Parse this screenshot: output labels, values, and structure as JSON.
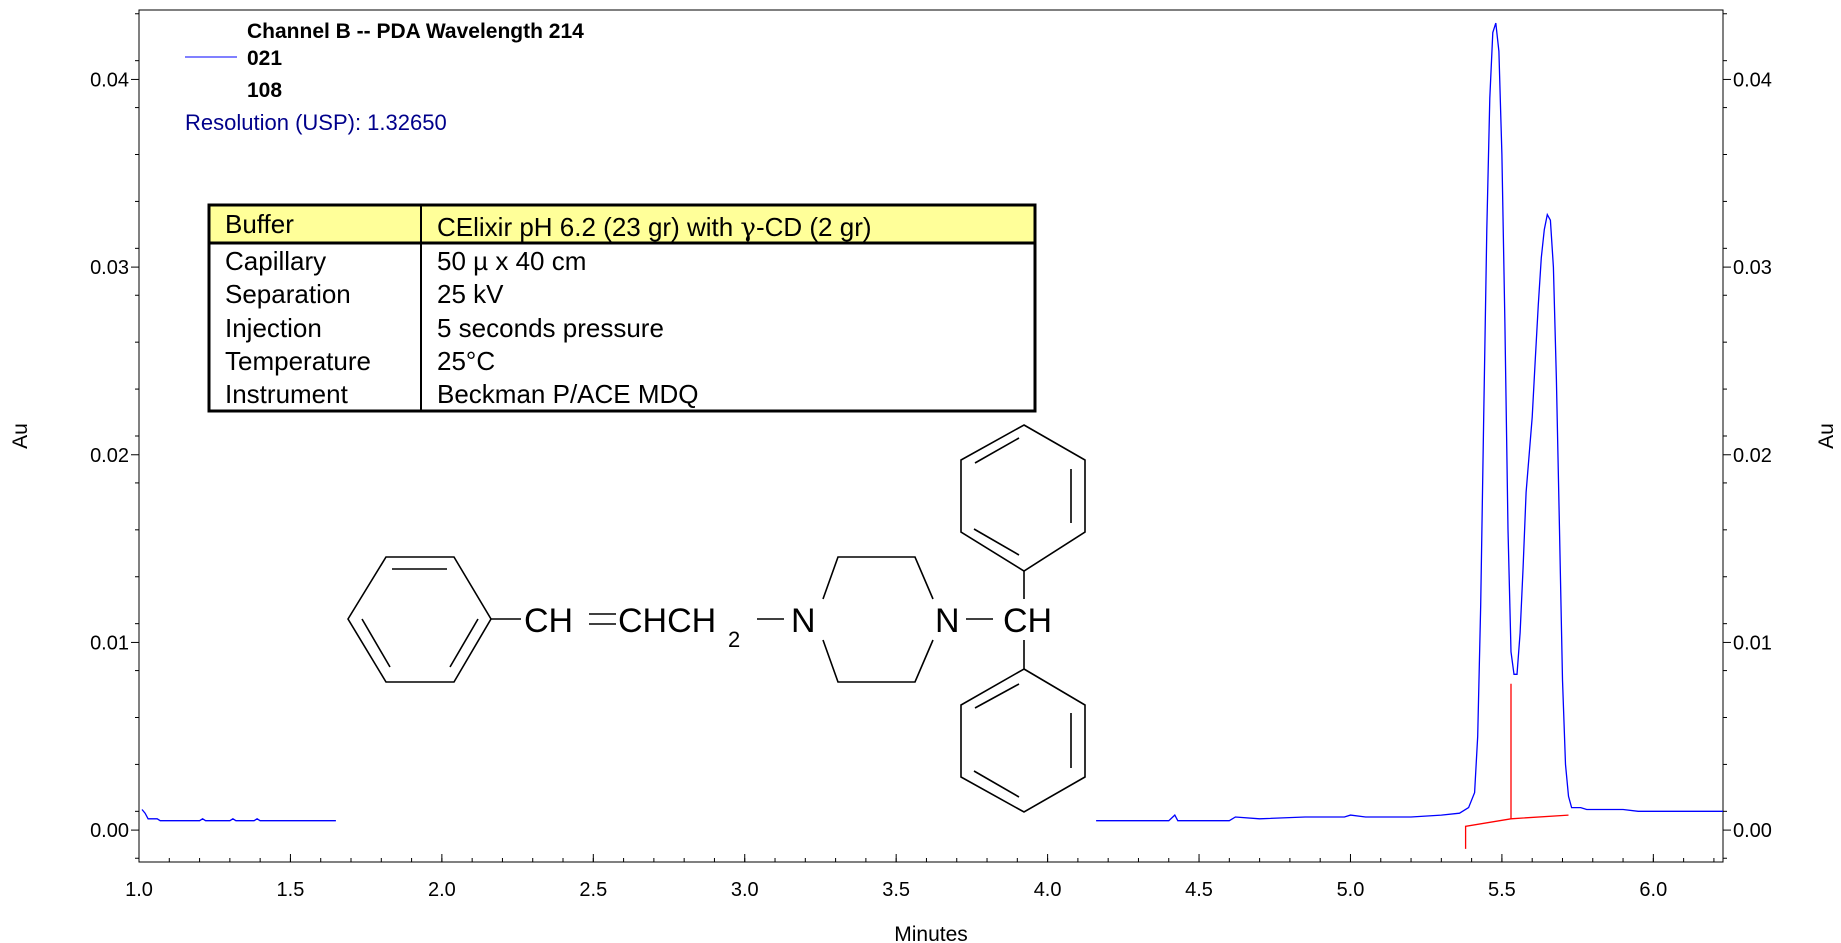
{
  "chart_data": {
    "type": "line",
    "xlabel": "Minutes",
    "ylabel": "Au",
    "ylabel_right": "Au",
    "xlim": [
      1.0,
      6.23
    ],
    "ylim": [
      -0.0017,
      0.0437
    ],
    "xticks": [
      1.0,
      1.5,
      2.0,
      2.5,
      3.0,
      3.5,
      4.0,
      4.5,
      5.0,
      5.5,
      6.0
    ],
    "xtick_labels": [
      "1.0",
      "1.5",
      "2.0",
      "2.5",
      "3.0",
      "3.5",
      "4.0",
      "4.5",
      "5.0",
      "5.5",
      "6.0"
    ],
    "yticks": [
      0.0,
      0.01,
      0.02,
      0.03,
      0.04
    ],
    "ytick_labels": [
      "0.00",
      "0.01",
      "0.02",
      "0.03",
      "0.04"
    ],
    "legend": {
      "title": "Channel B -- PDA Wavelength 214",
      "entries": [
        "021",
        "108"
      ],
      "resolution_text": "Resolution (USP): 1.32650"
    },
    "series": [
      {
        "name": "021",
        "color": "#0000ff",
        "segments": [
          [
            [
              1.01,
              0.0011
            ],
            [
              1.02,
              0.0009
            ],
            [
              1.03,
              0.0006
            ],
            [
              1.06,
              0.0006
            ],
            [
              1.07,
              0.0005
            ],
            [
              1.2,
              0.0005
            ],
            [
              1.21,
              0.0006
            ],
            [
              1.22,
              0.0005
            ],
            [
              1.3,
              0.0005
            ],
            [
              1.31,
              0.0006
            ],
            [
              1.32,
              0.0005
            ],
            [
              1.38,
              0.0005
            ],
            [
              1.39,
              0.0006
            ],
            [
              1.4,
              0.0005
            ],
            [
              1.65,
              0.0005
            ]
          ],
          [
            [
              4.16,
              0.0005
            ],
            [
              4.4,
              0.0005
            ],
            [
              4.42,
              0.0008
            ],
            [
              4.43,
              0.0005
            ],
            [
              4.6,
              0.0005
            ],
            [
              4.62,
              0.0007
            ],
            [
              4.7,
              0.0006
            ],
            [
              4.85,
              0.0007
            ],
            [
              4.98,
              0.0007
            ],
            [
              5.0,
              0.0008
            ],
            [
              5.05,
              0.0007
            ],
            [
              5.2,
              0.0007
            ],
            [
              5.3,
              0.0008
            ],
            [
              5.36,
              0.0009
            ],
            [
              5.39,
              0.0012
            ],
            [
              5.41,
              0.002
            ],
            [
              5.42,
              0.005
            ],
            [
              5.43,
              0.012
            ],
            [
              5.44,
              0.022
            ],
            [
              5.45,
              0.032
            ],
            [
              5.46,
              0.039
            ],
            [
              5.47,
              0.0425
            ],
            [
              5.48,
              0.043
            ],
            [
              5.49,
              0.0415
            ],
            [
              5.5,
              0.036
            ],
            [
              5.51,
              0.027
            ],
            [
              5.52,
              0.016
            ],
            [
              5.53,
              0.0095
            ],
            [
              5.54,
              0.0083
            ],
            [
              5.55,
              0.0083
            ],
            [
              5.56,
              0.0105
            ],
            [
              5.57,
              0.014
            ],
            [
              5.58,
              0.018
            ],
            [
              5.6,
              0.022
            ],
            [
              5.61,
              0.025
            ],
            [
              5.62,
              0.028
            ],
            [
              5.63,
              0.0305
            ],
            [
              5.64,
              0.032
            ],
            [
              5.65,
              0.0328
            ],
            [
              5.66,
              0.0325
            ],
            [
              5.67,
              0.03
            ],
            [
              5.68,
              0.024
            ],
            [
              5.69,
              0.016
            ],
            [
              5.7,
              0.008
            ],
            [
              5.71,
              0.0035
            ],
            [
              5.72,
              0.0018
            ],
            [
              5.73,
              0.0012
            ],
            [
              5.76,
              0.0012
            ],
            [
              5.78,
              0.0011
            ],
            [
              5.9,
              0.0011
            ],
            [
              5.95,
              0.001
            ],
            [
              6.23,
              0.001
            ]
          ]
        ]
      },
      {
        "name": "108",
        "color": "#ff0000",
        "segments": [
          [
            [
              5.38,
              -0.001
            ],
            [
              5.38,
              0.0002
            ],
            [
              5.53,
              0.0006
            ],
            [
              5.72,
              0.0008
            ]
          ],
          [
            [
              5.53,
              0.0006
            ],
            [
              5.53,
              0.0078
            ]
          ]
        ]
      }
    ]
  },
  "info_table": {
    "rows": [
      {
        "label": "Buffer",
        "value_before": "CElixir pH 6.2 (23 gr) with ",
        "value_greek": "γ",
        "value_after": "-CD (2 gr)"
      },
      {
        "label": "Capillary",
        "value": "50 µ x 40 cm"
      },
      {
        "label": "Separation",
        "value": "25 kV"
      },
      {
        "label": "Injection",
        "value": "5 seconds pressure"
      },
      {
        "label": "Temperature",
        "value": "25°C"
      },
      {
        "label": "Instrument",
        "value": "Beckman P/ACE MDQ"
      }
    ],
    "header_color": "#ffff99"
  },
  "molecule": {
    "ch1": "CH",
    "chch2": "CHCH",
    "sub2": "2",
    "n1": "N",
    "n2": "N",
    "ch3": "CH"
  },
  "colors": {
    "series_021": "#0000ff",
    "series_108": "#ff0000",
    "resolution_text": "#00008b",
    "table_header": "#ffff99"
  }
}
